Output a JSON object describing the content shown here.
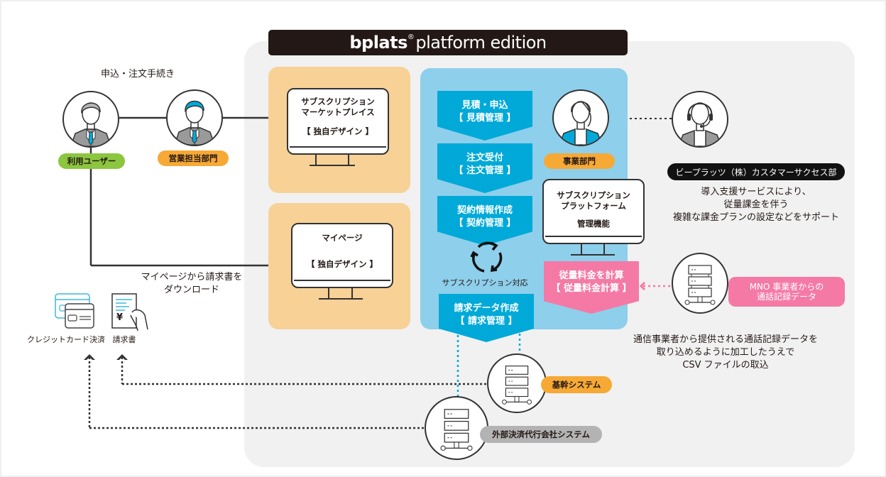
{
  "title": {
    "brand": "bplats",
    "registered": "®",
    "edition": "platform edition"
  },
  "left": {
    "section_heading": "申込・注文手続き",
    "user_label": "利用ユーザー",
    "sales_label": "営業担当部門",
    "download_note_line1": "マイページから請求書を",
    "download_note_line2": "ダウンロード",
    "credit_card_label": "クレジットカード決済",
    "invoice_label": "請求書",
    "invoice_symbol": "¥"
  },
  "marketplace_monitor": {
    "line1": "サブスクリプション",
    "line2": "マーケットプレイス",
    "tag": "【 独自デザイン 】"
  },
  "mypage_monitor": {
    "line1": "マイページ",
    "tag": "【 独自デザイン 】"
  },
  "flow_steps": [
    {
      "title": "見積・申込",
      "sub": "【 見積管理 】"
    },
    {
      "title": "注文受付",
      "sub": "【 注文管理 】"
    },
    {
      "title": "契約情報作成",
      "sub": "【 契約管理 】"
    },
    {
      "title": "請求データ作成",
      "sub": "【 請求管理 】"
    }
  ],
  "cycle_label": "サブスクリプション対応",
  "business_dept_label": "事業部門",
  "platform_monitor": {
    "line1": "サブスクリプション",
    "line2": "プラットフォーム",
    "line3": "管理機能"
  },
  "usage_calc": {
    "title": "従量料金を計算",
    "sub": "【 従量料金計算 】"
  },
  "customer_success": {
    "label": "ビープラッツ（株）カスタマーサクセス部",
    "desc_line1": "導入支援サービスにより、",
    "desc_line2": "従量課金を伴う",
    "desc_line3": "複雑な課金プランの設定などをサポート"
  },
  "mno": {
    "label_line1": "MNO 事業者からの",
    "label_line2": "通話記録データ",
    "desc_line1": "通信事業者から提供される通話記録データを",
    "desc_line2": "取り込めるように加工したうえで",
    "desc_line3": "CSV ファイルの取込"
  },
  "systems": {
    "core_label": "基幹システム",
    "payment_label": "外部決済代行会社システム"
  },
  "colors": {
    "step_blue": "#00a9d8",
    "panel_blue": "#8ecfeb",
    "panel_orange": "#f7d196",
    "pill_orange": "#f6a935",
    "pill_green": "#8cc63f",
    "pink": "#f47aa5",
    "title_bg": "#231815"
  }
}
